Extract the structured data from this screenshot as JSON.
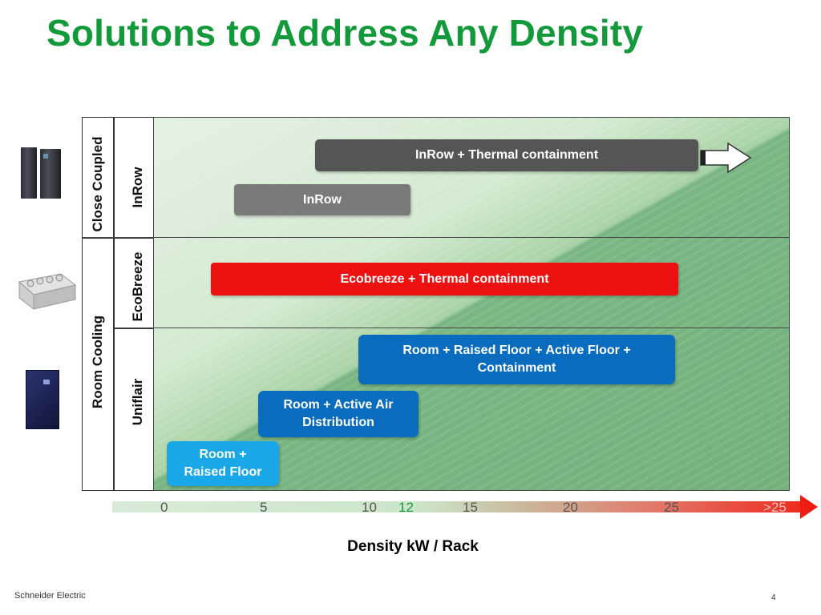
{
  "slide": {
    "title": "Solutions to Address Any Density",
    "footer": "Schneider Electric",
    "page_number": "4"
  },
  "categories": {
    "close_coupled": "Close Coupled",
    "room_cooling": "Room Cooling",
    "inrow": "InRow",
    "ecobreeze": "EcoBreeze",
    "uniflair": "Uniflair"
  },
  "solutions": {
    "inrow_thermal": "InRow + Thermal containment",
    "inrow": "InRow",
    "ecobreeze_thermal": "Ecobreeze + Thermal containment",
    "room_raised_active_line1": "Room + Raised Floor + Active Floor +",
    "room_raised_active_line2": "Containment",
    "room_active_line1": "Room + Active Air",
    "room_active_line2": "Distribution",
    "room_raised_line1": "Room +",
    "room_raised_line2": "Raised Floor"
  },
  "axis": {
    "title": "Density kW / Rack",
    "ticks": [
      "0",
      "5",
      "10",
      "12",
      "15",
      "20",
      "25",
      ">25"
    ]
  },
  "colors": {
    "title_green": "#129a3a",
    "inrow_thermal": "#555555",
    "inrow": "#7a7a7a",
    "ecobreeze": "#ee1111",
    "room_blue": "#0a6cbf",
    "room_light_blue": "#1aa7e8"
  }
}
